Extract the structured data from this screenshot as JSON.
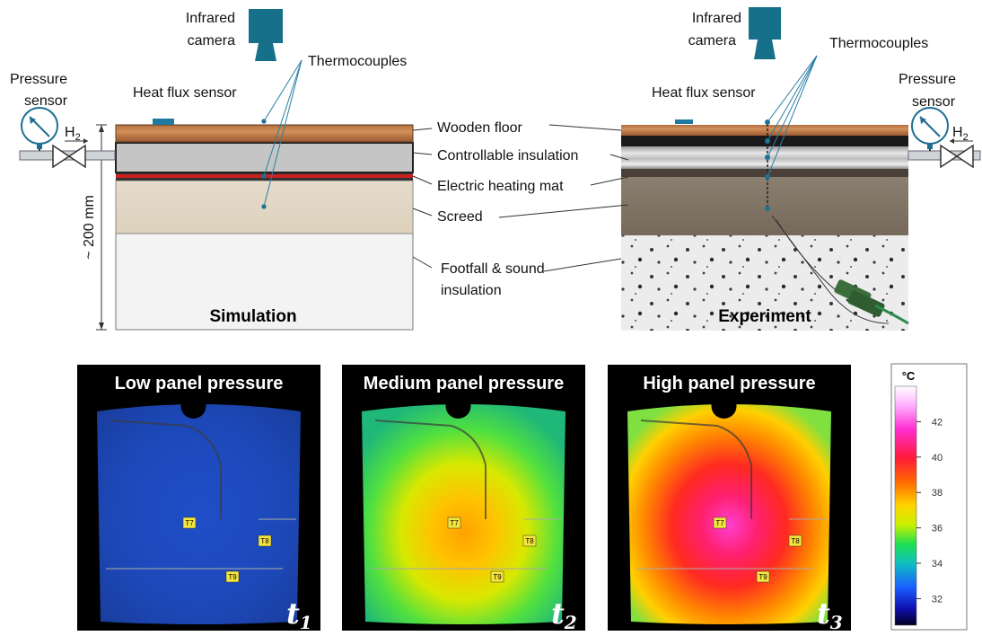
{
  "labels": {
    "infrared_camera_l1": "Infrared",
    "infrared_camera_l2": "camera",
    "thermocouples": "Thermocouples",
    "pressure_sensor_l1": "Pressure",
    "pressure_sensor_l2": "sensor",
    "heat_flux_sensor": "Heat flux sensor",
    "h2": "H",
    "h2_sub": "2",
    "wooden_floor": "Wooden floor",
    "controllable_insulation": "Controllable insulation",
    "electric_heating_mat": "Electric heating mat",
    "screed": "Screed",
    "footfall_l1": "Footfall & sound",
    "footfall_l2": "insulation",
    "dimension": "~ 200 mm",
    "simulation": "Simulation",
    "experiment": "Experiment"
  },
  "panels": [
    {
      "title": "Low panel pressure",
      "time": "t",
      "sub": "1",
      "tags": [
        "T7",
        "T8",
        "T9"
      ]
    },
    {
      "title": "Medium panel pressure",
      "time": "t",
      "sub": "2",
      "tags": [
        "T7",
        "T8",
        "T9"
      ]
    },
    {
      "title": "High panel pressure",
      "time": "t",
      "sub": "3",
      "tags": [
        "T7",
        "T8",
        "T9"
      ]
    }
  ],
  "colorbar": {
    "unit": "°C",
    "ticks": [
      "42",
      "40",
      "38",
      "36",
      "34",
      "32"
    ],
    "tick_values": [
      42,
      40,
      38,
      36,
      34,
      32
    ],
    "min": 30.5,
    "max": 44
  },
  "colors": {
    "camera": "#16708a",
    "sensor_blue": "#2a7fa5",
    "heating_red": "#cc1f1f",
    "wood": "#c07a45"
  }
}
